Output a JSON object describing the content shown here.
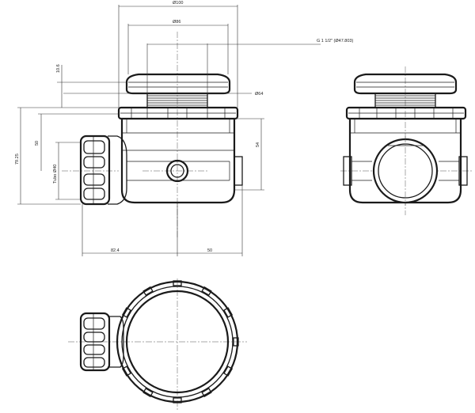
{
  "dimensions": {
    "outer_cap_diameter": "Ø100",
    "inner_diameter": "Ø86",
    "thread": "G 1 1/2\" (Ø47.803)",
    "neck_diameter": "Ø64",
    "cap_height": "10.6",
    "overall_height": "79.25",
    "outlet_height": "50",
    "body_height": "54",
    "pipe_label": "Tubo Ø40",
    "horizontal_left": "82.4",
    "horizontal_right": "50"
  }
}
